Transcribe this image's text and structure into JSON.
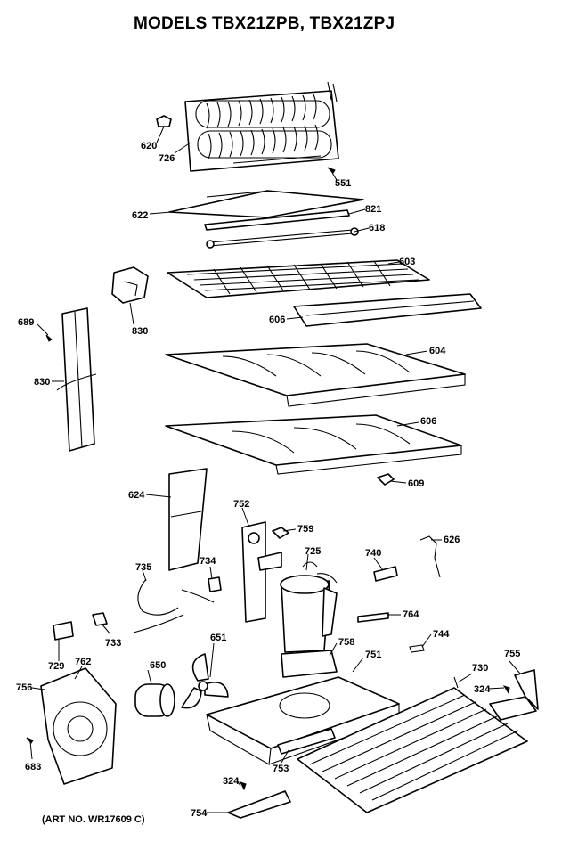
{
  "title": "MODELS TBX21ZPB, TBX21ZPJ",
  "art_number": "(ART NO. WR17609 C)",
  "parts": [
    {
      "id": "p620",
      "label": "620"
    },
    {
      "id": "p726",
      "label": "726"
    },
    {
      "id": "p551",
      "label": "551"
    },
    {
      "id": "p622",
      "label": "622"
    },
    {
      "id": "p821",
      "label": "821"
    },
    {
      "id": "p618",
      "label": "618"
    },
    {
      "id": "p603",
      "label": "603"
    },
    {
      "id": "p830a",
      "label": "830"
    },
    {
      "id": "p689",
      "label": "689"
    },
    {
      "id": "p830b",
      "label": "830"
    },
    {
      "id": "p606a",
      "label": "606"
    },
    {
      "id": "p604",
      "label": "604"
    },
    {
      "id": "p606b",
      "label": "606"
    },
    {
      "id": "p609",
      "label": "609"
    },
    {
      "id": "p624",
      "label": "624"
    },
    {
      "id": "p752",
      "label": "752"
    },
    {
      "id": "p759",
      "label": "759"
    },
    {
      "id": "p725",
      "label": "725"
    },
    {
      "id": "p740",
      "label": "740"
    },
    {
      "id": "p626",
      "label": "626"
    },
    {
      "id": "p734",
      "label": "734"
    },
    {
      "id": "p735",
      "label": "735"
    },
    {
      "id": "p764",
      "label": "764"
    },
    {
      "id": "p744",
      "label": "744"
    },
    {
      "id": "p733",
      "label": "733"
    },
    {
      "id": "p651",
      "label": "651"
    },
    {
      "id": "p758",
      "label": "758"
    },
    {
      "id": "p751",
      "label": "751"
    },
    {
      "id": "p729",
      "label": "729"
    },
    {
      "id": "p762",
      "label": "762"
    },
    {
      "id": "p650",
      "label": "650"
    },
    {
      "id": "p730",
      "label": "730"
    },
    {
      "id": "p755",
      "label": "755"
    },
    {
      "id": "p324a",
      "label": "324"
    },
    {
      "id": "p756",
      "label": "756"
    },
    {
      "id": "p683",
      "label": "683"
    },
    {
      "id": "p753",
      "label": "753"
    },
    {
      "id": "p324b",
      "label": "324"
    },
    {
      "id": "p754",
      "label": "754"
    }
  ]
}
